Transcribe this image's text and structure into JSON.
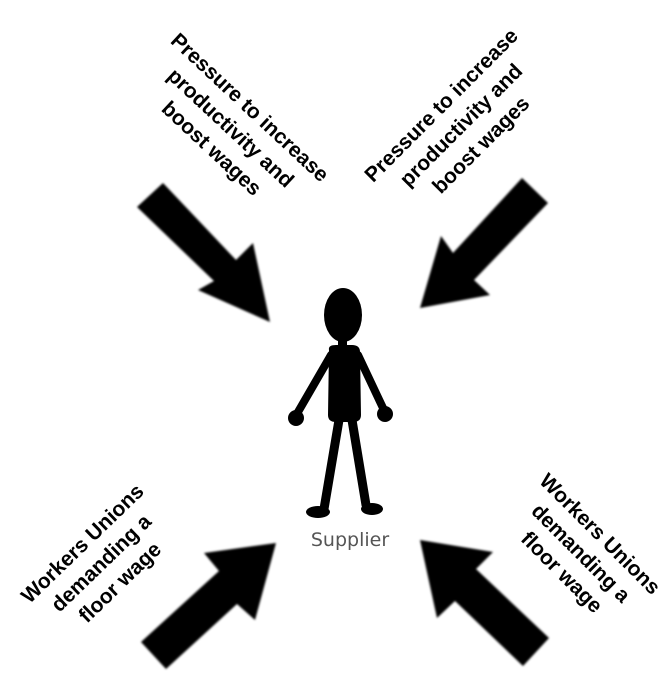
{
  "diagram": {
    "colors": {
      "arrow": "#000000",
      "figure": "#000000",
      "label": "#000000",
      "supplier_label": "#555555"
    },
    "pressure_top_left": {
      "line1": "Pressure to increase",
      "line2": "productivity and",
      "line3": "boost wages"
    },
    "pressure_top_right": {
      "line1": "Pressure to increase",
      "line2": "productivity and",
      "line3": "boost wages"
    },
    "unions_bottom_left": {
      "line1": "Workers Unions",
      "line2": "demanding a",
      "line3": "floor wage"
    },
    "unions_bottom_right": {
      "line1": "Workers Unions",
      "line2": "demanding a",
      "line3": "floor wage"
    },
    "center": {
      "label": "Supplier",
      "icon": "stick-figure-person"
    }
  }
}
